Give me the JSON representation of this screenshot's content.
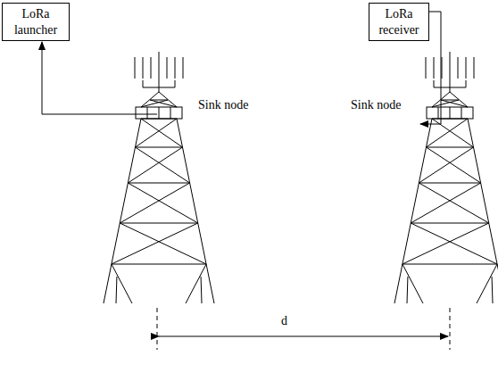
{
  "diagram": {
    "nodes": [
      {
        "text": [
          "LoRa launcher"
        ]
      },
      {
        "text": [
          "LoRa receiver"
        ]
      }
    ],
    "labels": [
      "Sink node",
      "Sink node",
      "d"
    ]
  }
}
